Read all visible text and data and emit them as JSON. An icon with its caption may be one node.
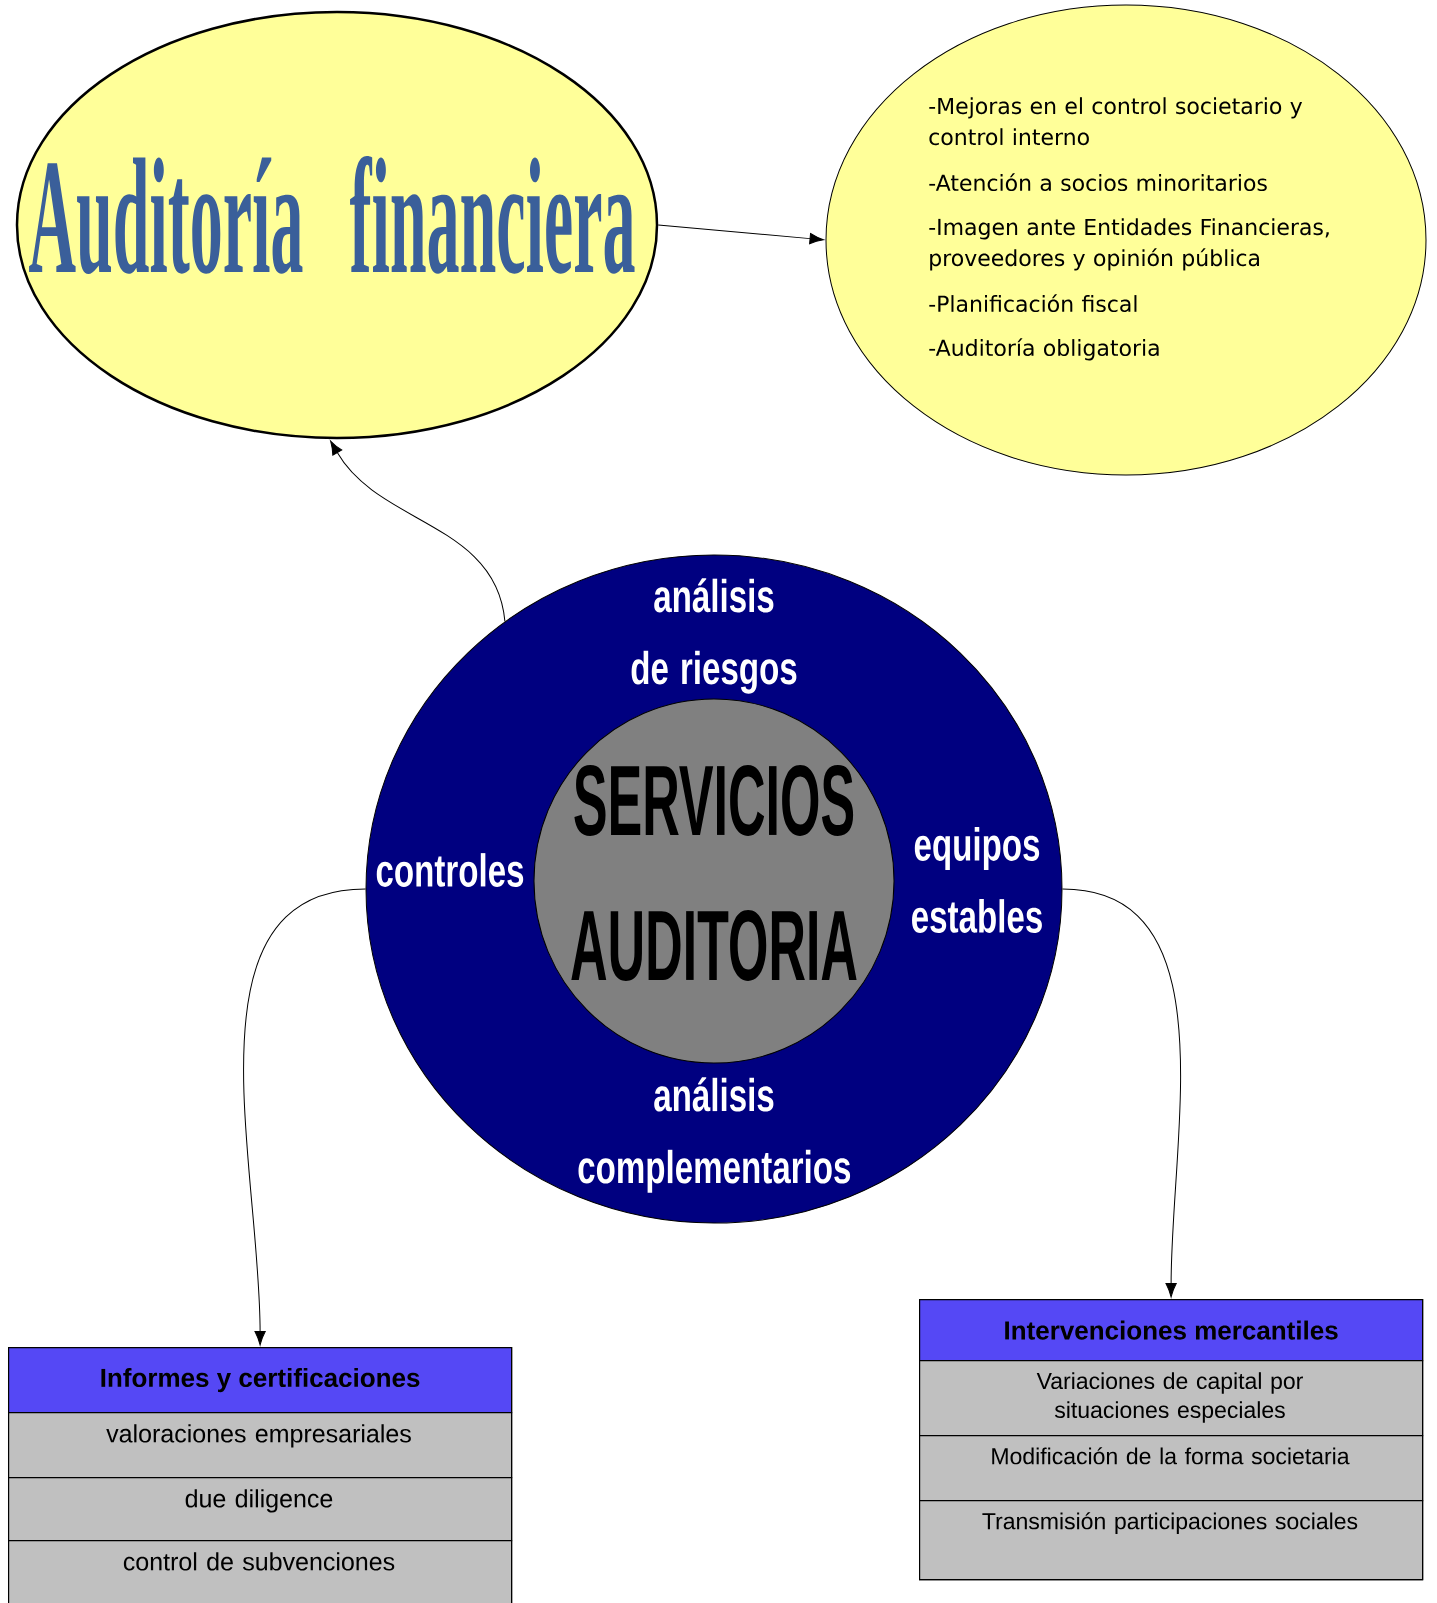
{
  "diagram": {
    "nodes": [
      {
        "text": [
          "Auditoría financiera"
        ]
      },
      {
        "text": [
          "-Mejoras en el control societario y control interno",
          "-Atención a socios minoritarios",
          "-Imagen ante Entidades Financieras, proveedores y opinión pública",
          "-Planificación fiscal",
          "-Auditoría obligatoria"
        ]
      },
      {
        "text": [
          "análisis de riesgos",
          "controles",
          "equipos estables",
          "análisis complementarios"
        ]
      },
      {
        "text": [
          "SERVICIOS AUDITORIA"
        ],
        "in": 2
      },
      {
        "text": [
          "Informes y certificaciones"
        ]
      },
      {
        "text": [
          "valoraciones empresariales"
        ],
        "in": 4
      },
      {
        "text": [
          "due diligence"
        ],
        "in": 4
      },
      {
        "text": [
          "control de subvenciones"
        ],
        "in": 4
      },
      {
        "text": [
          "Intervenciones mercantiles"
        ]
      },
      {
        "text": [
          "Variaciones de capital por situaciones especiales"
        ],
        "in": 8
      },
      {
        "text": [
          "Modificación de la forma societaria"
        ],
        "in": 8
      },
      {
        "text": [
          "Transmisión participaciones sociales"
        ],
        "in": 8
      }
    ],
    "edges": [
      {
        "from": 0,
        "to": 1,
        "arrow": "to"
      },
      {
        "from": 2,
        "to": 0,
        "arrow": "to"
      },
      {
        "from": 2,
        "to": 4,
        "arrow": "to"
      },
      {
        "from": 2,
        "to": 8,
        "arrow": "to"
      }
    ]
  }
}
